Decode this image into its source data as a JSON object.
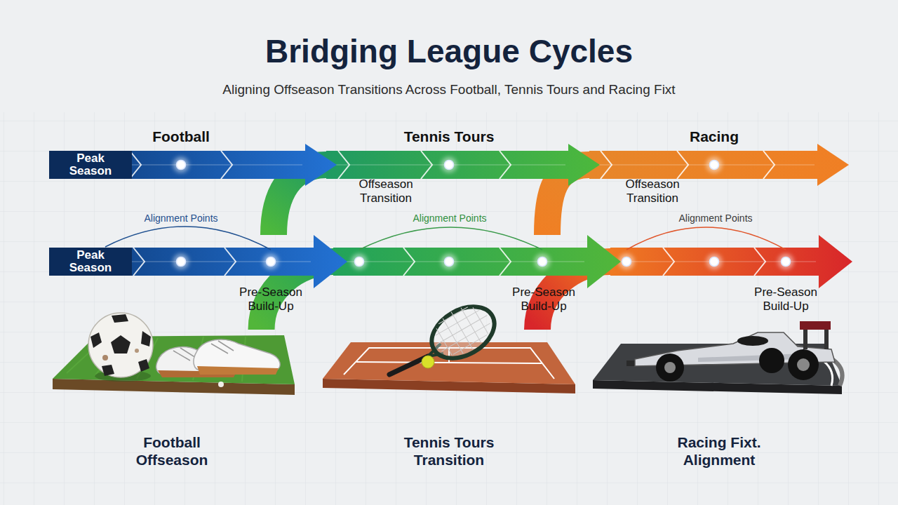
{
  "diagram": {
    "title": "Bridging League Cycles",
    "caption": "Aligning Offseason Transitions Across Football, Tennis Tours and Racing Fixt",
    "nodes": [
      {
        "text": [
          "Football",
          "Peak Season"
        ]
      },
      {
        "text": [
          "Tennis Tours",
          "Offseason Transition"
        ]
      },
      {
        "text": [
          "Racing",
          "Offseason Transition"
        ]
      },
      {
        "text": [
          "Peak Season",
          "Pre-Season Build-Up"
        ]
      },
      {
        "text": [
          "Pre-Season Build-Up"
        ]
      },
      {
        "text": [
          "Pre-Season Build-Up"
        ]
      },
      {
        "text": [
          "Football Offseason"
        ]
      },
      {
        "text": [
          "Tennis Tours Transition"
        ]
      },
      {
        "text": [
          "Racing Fixt. Alignment"
        ]
      }
    ],
    "edges": [
      {
        "from": 3,
        "to": 1,
        "arrow": "none"
      },
      {
        "from": 4,
        "to": 2,
        "arrow": "none"
      },
      {
        "from": 6,
        "to": 4,
        "arrow": "none"
      },
      {
        "from": 7,
        "to": 5,
        "arrow": "none"
      }
    ],
    "labels": [
      "Alignment Points",
      "Alignment Points",
      "Alignment Points"
    ]
  }
}
